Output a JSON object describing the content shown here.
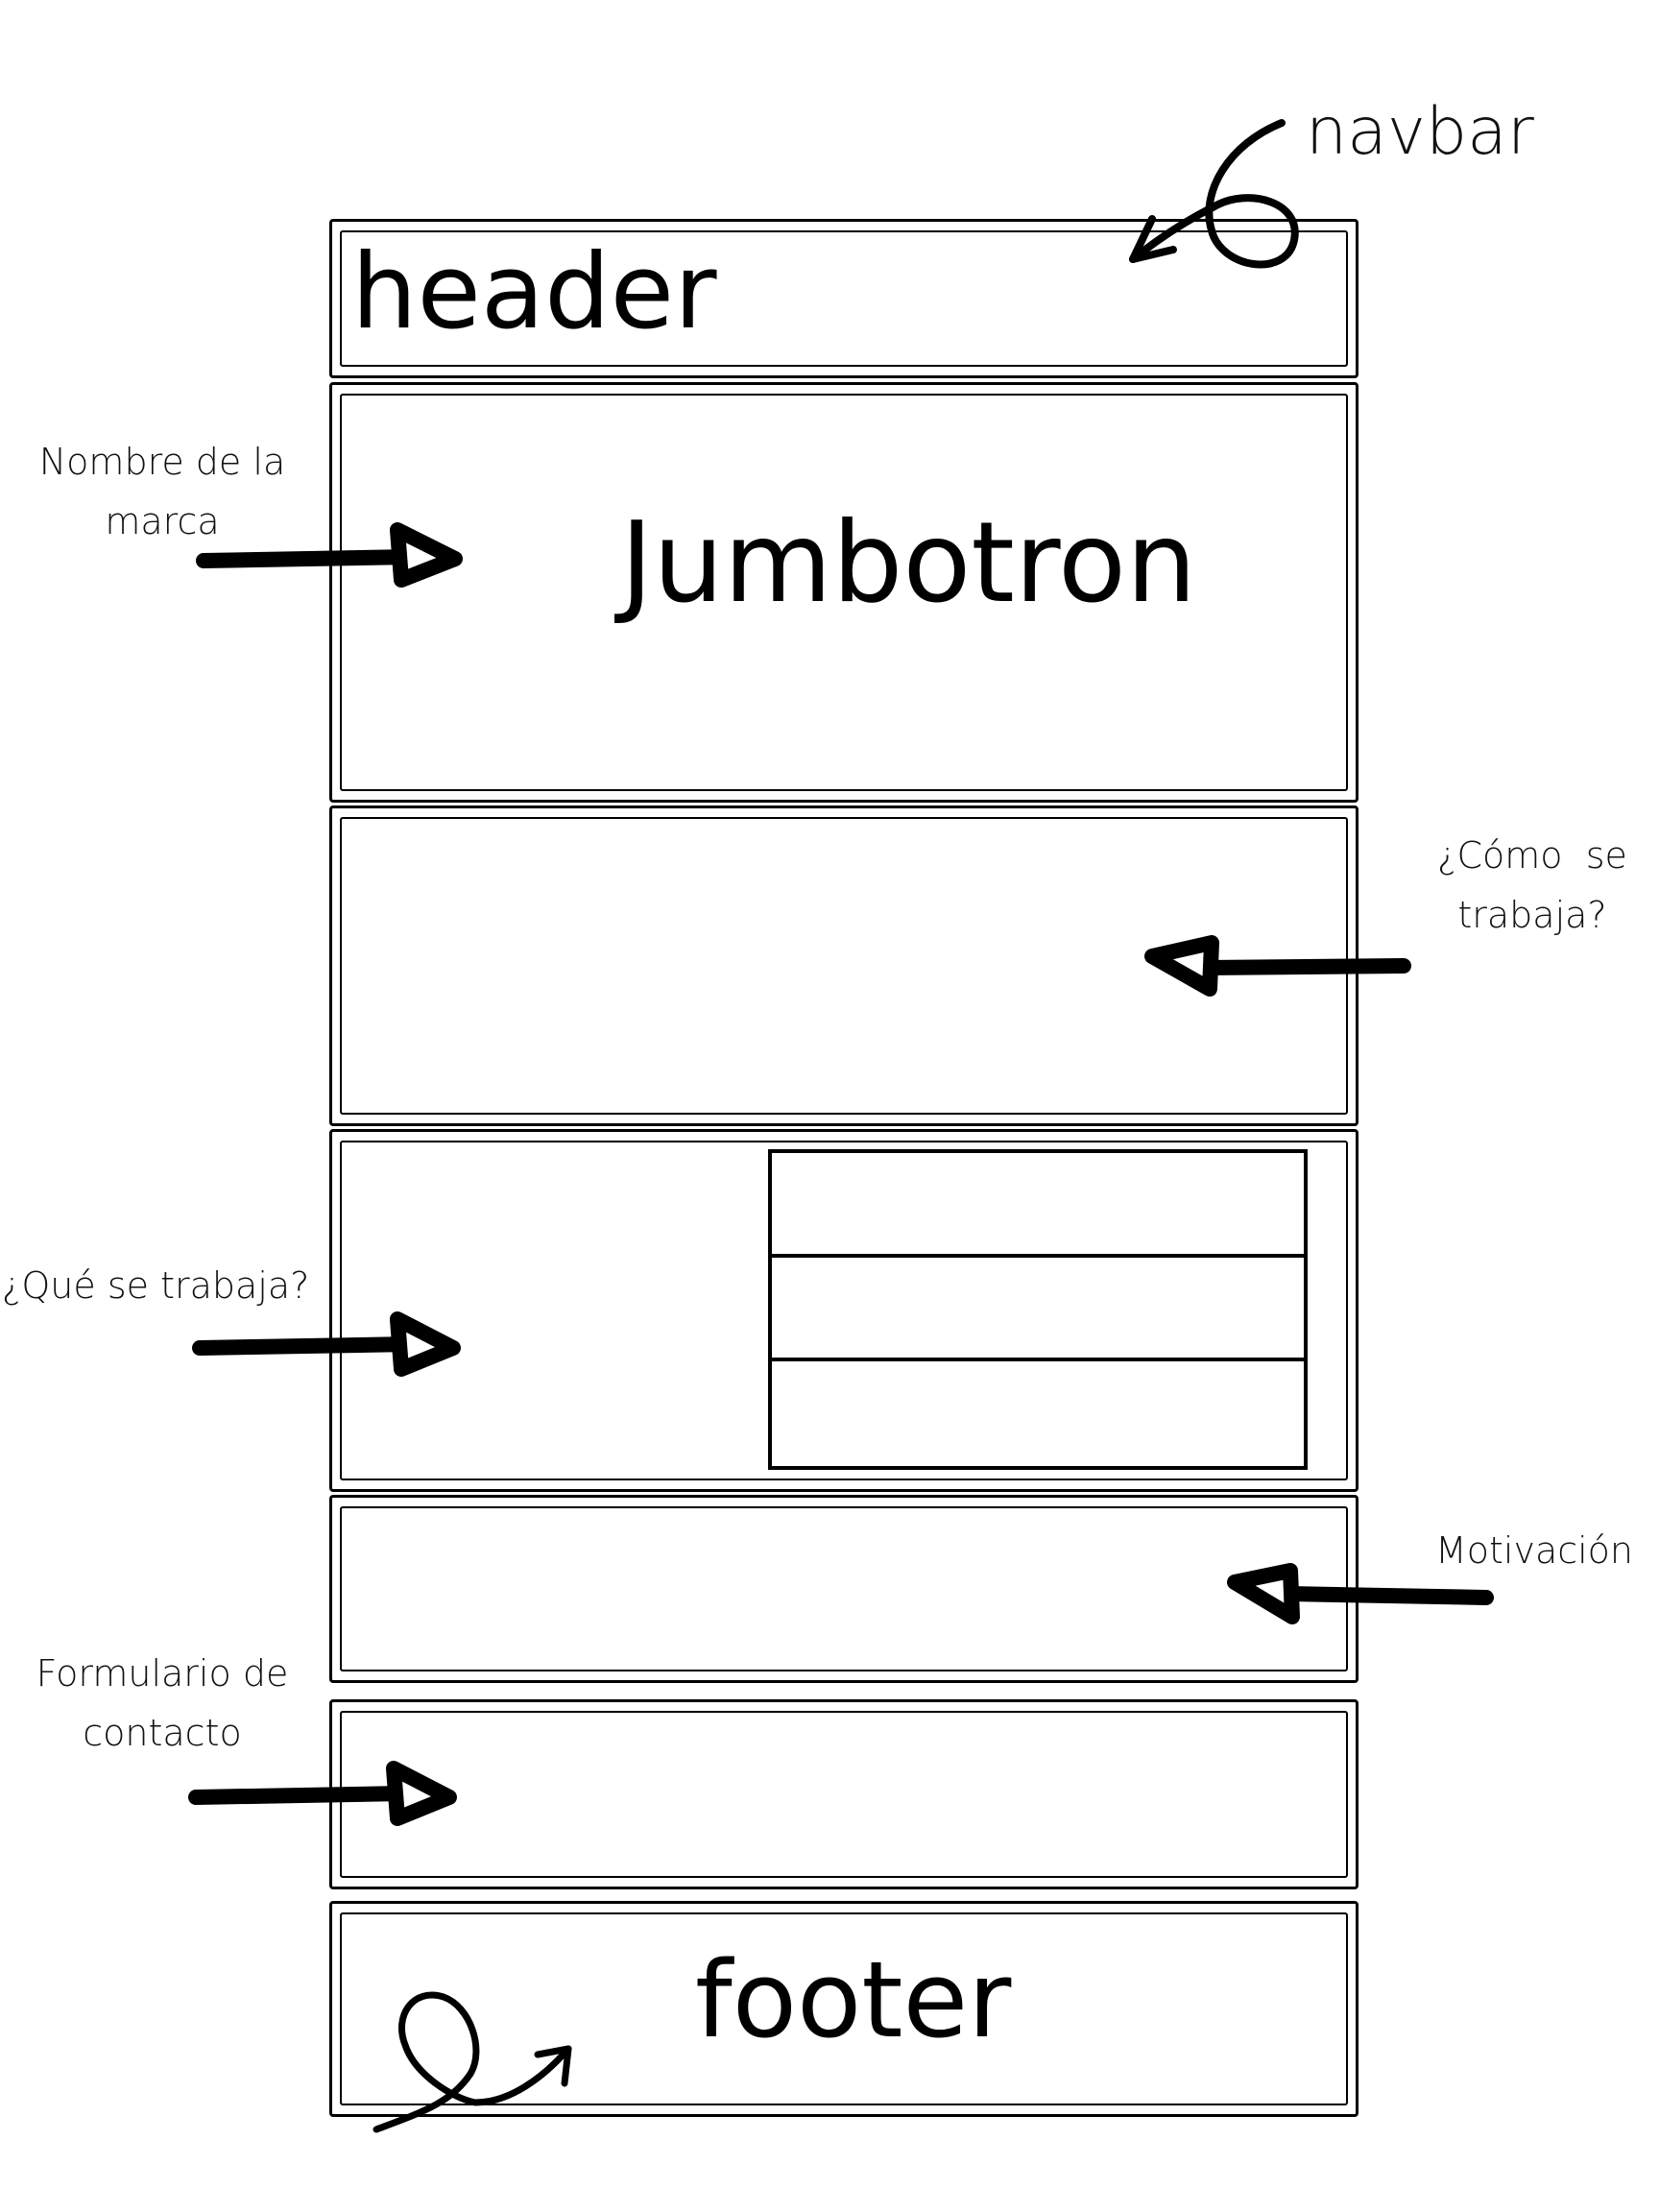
{
  "diagram": {
    "sections": {
      "header": {
        "title": "header"
      },
      "jumbotron": {
        "title": "Jumbotron"
      },
      "como_se_trabaja": {
        "title": ""
      },
      "que_se_trabaja": {
        "title": "",
        "list_rows": [
          "",
          "",
          ""
        ]
      },
      "motivacion": {
        "title": ""
      },
      "formulario": {
        "title": ""
      },
      "footer": {
        "title": "footer"
      }
    },
    "annotations": {
      "navbar": "navbar",
      "nombre_marca": "Nombre de la marca",
      "como_se_trabaja": "¿Cómo  se trabaja?",
      "que_se_trabaja": "¿Qué se trabaja?",
      "motivacion": "Motivación",
      "formulario": "Formulario de contacto"
    },
    "colors": {
      "stroke": "#000000",
      "background": "#ffffff"
    }
  }
}
